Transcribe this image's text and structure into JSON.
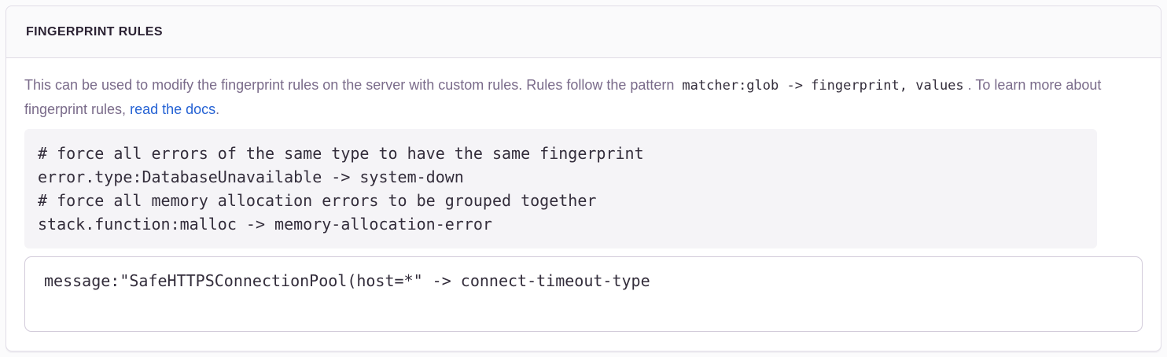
{
  "panel": {
    "title": "FINGERPRINT RULES",
    "description": {
      "text_start": "This can be used to modify the fingerprint rules on the server with custom rules. Rules follow the pattern",
      "pattern_code": "matcher:glob -> fingerprint, values",
      "text_middle": ". To learn more about fingerprint rules,",
      "link_label": "read the docs",
      "text_end": "."
    },
    "example_code": "# force all errors of the same type to have the same fingerprint\nerror.type:DatabaseUnavailable -> system-down\n# force all memory allocation errors to be grouped together\nstack.function:malloc -> memory-allocation-error",
    "rules_textarea": {
      "value": "message:\"SafeHTTPSConnectionPool(host=*\" -> connect-timeout-type"
    },
    "colors": {
      "link": "#2562d4",
      "title_text": "#2b2233",
      "description_text": "#7a6b8a",
      "code_text": "#332d3b",
      "panel_border": "#e0dce6",
      "header_bg": "#fafafb",
      "code_block_bg": "#f5f4f7",
      "textarea_border": "#d2cbda"
    }
  }
}
